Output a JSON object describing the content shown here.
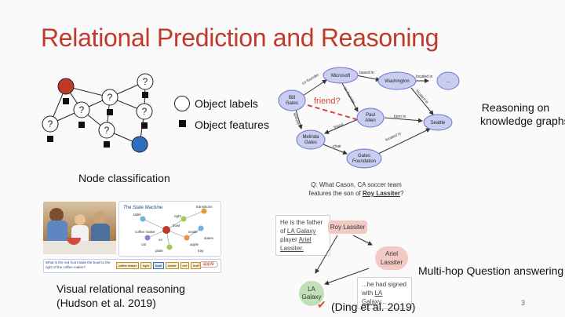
{
  "title": "Relational Prediction and Reasoning",
  "node_classification": {
    "caption": "Node classification",
    "unknown_mark": "?",
    "legend": {
      "labels": "Object labels",
      "features": "Object features"
    },
    "colors": {
      "red_node": "#c0392b",
      "blue_node": "#2e6fc0"
    }
  },
  "knowledge_graph": {
    "caption_line1": "Reasoning on",
    "caption_line2": "knowledge graphs",
    "nodes": {
      "bill_gates": "Bill Gates",
      "microsoft": "Microsoft",
      "washington": "Washington",
      "ellipsis": "...",
      "paul_allen": "Paul Allen",
      "seattle": "Seattle",
      "melinda_gates": "Melinda Gates",
      "gates_foundation": "Gates Foundation"
    },
    "edges": {
      "co_founder_1": "co-founder",
      "based_in": "based in",
      "located_in_1": "located in",
      "co_founder_2": "co-founder",
      "located_in_2": "located in",
      "born_in": "born in",
      "friend": "friend",
      "spouse": "spouse",
      "chair": "chair",
      "located_in_3": "located in"
    },
    "friend_query": "friend?",
    "colors": {
      "node_fill": "#c9cdf0",
      "node_stroke": "#6b74c9",
      "query": "#d9453a"
    }
  },
  "visual_reasoning": {
    "caption_line1": "Visual relational reasoning",
    "caption_line2": "(Hudson et al. 2019)",
    "state_machine_title": "The State Machine",
    "question": "What is the red fruit inside the bowl to the right of the coffee maker?",
    "answer": "apple",
    "sm_labels": {
      "table": "table",
      "bowl": "bowl",
      "right": "right",
      "transitions": "transitions",
      "coffee_maker": "coffee maker",
      "states": "states",
      "cat": "cat",
      "apple": "apple",
      "plate": "plate",
      "tray": "tray",
      "inside": "inside",
      "on": "on"
    },
    "chips": [
      "coffee maker",
      "right",
      "bowl",
      "inside",
      "red",
      "fruit"
    ]
  },
  "multi_hop": {
    "question_line1": "Q: What Cason, CA soccer team",
    "question_line2_prefix": "features the son of ",
    "question_entity": "Roy Lassiter",
    "question_mark": "?",
    "evidence1_a": "He is the father",
    "evidence1_b_prefix": "of ",
    "evidence1_b_entity": "LA Galaxy",
    "evidence1_c_prefix": "player ",
    "evidence1_c_entity": "Ariel",
    "evidence1_d": "Lassiter.",
    "evidence2_a": "...he had signed",
    "evidence2_b_prefix": "with ",
    "evidence2_b_entity": "LA Galaxy",
    "evidence2_b_suffix": "...",
    "node_roy": "Roy Lassiter",
    "node_ariel_1": "Ariel",
    "node_ariel_2": "Lassiter",
    "node_la_1": "LA",
    "node_la_2": "Galaxy",
    "caption": "Multi-hop Question answering",
    "citation": "(Ding et al. 2019)",
    "check": "✔",
    "colors": {
      "roy": "#f3c9c3",
      "ariel": "#f3c9c3",
      "la": "#bfe0b8",
      "check": "#d9453a"
    }
  },
  "page_number": "3"
}
